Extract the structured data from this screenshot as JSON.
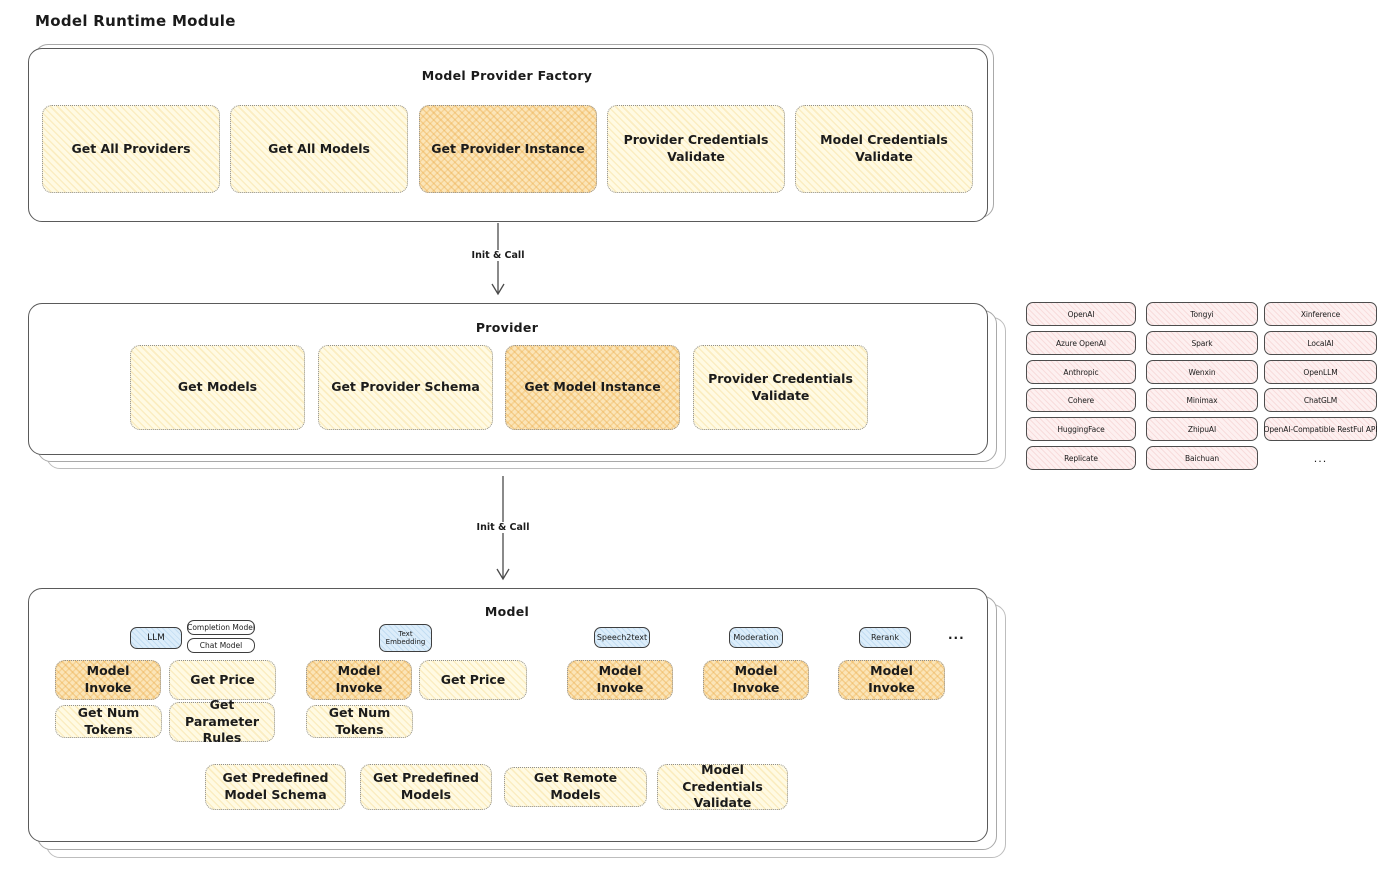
{
  "page_title": "Model Runtime Module",
  "colors": {
    "yellow_fill": "#FFFAE3",
    "orange_highlight_fill": "#FBE5B8",
    "pink_fill": "#FDF0F0",
    "blue_fill": "#DCEDFA",
    "stroke": "#5a5a5a"
  },
  "factory": {
    "title": "Model Provider Factory",
    "items": [
      {
        "label": "Get All Providers",
        "highlight": false
      },
      {
        "label": "Get All Models",
        "highlight": false
      },
      {
        "label": "Get Provider Instance",
        "highlight": true
      },
      {
        "label": "Provider Credentials Validate",
        "highlight": false
      },
      {
        "label": "Model Credentials Validate",
        "highlight": false
      }
    ]
  },
  "arrows": [
    {
      "label": "Init & Call"
    },
    {
      "label": "Init & Call"
    }
  ],
  "provider": {
    "title": "Provider",
    "items": [
      {
        "label": "Get Models",
        "highlight": false
      },
      {
        "label": "Get Provider Schema",
        "highlight": false
      },
      {
        "label": "Get Model Instance",
        "highlight": true
      },
      {
        "label": "Provider Credentials Validate",
        "highlight": false
      }
    ]
  },
  "provider_list": {
    "rows": [
      [
        "OpenAI",
        "Tongyi",
        "Xinference"
      ],
      [
        "Azure OpenAI",
        "Spark",
        "LocalAI"
      ],
      [
        "Anthropic",
        "Wenxin",
        "OpenLLM"
      ],
      [
        "Cohere",
        "Minimax",
        "ChatGLM"
      ],
      [
        "HuggingFace",
        "ZhipuAI",
        "OpenAI-Compatible RestFul API"
      ],
      [
        "Replicate",
        "Baichuan",
        "..."
      ]
    ]
  },
  "model": {
    "title": "Model",
    "tabs": [
      {
        "label": "LLM"
      },
      {
        "label": "Text Embedding"
      },
      {
        "label": "Speech2text"
      },
      {
        "label": "Moderation"
      },
      {
        "label": "Rerank"
      }
    ],
    "llm_sub_tabs": [
      {
        "label": "Completion Model"
      },
      {
        "label": "Chat Model"
      }
    ],
    "tabs_ellipsis": "...",
    "ops_row1": [
      {
        "label": "Model Invoke",
        "highlight": true
      },
      {
        "label": "Get Price",
        "highlight": false
      },
      {
        "label": "Model Invoke",
        "highlight": true
      },
      {
        "label": "Get Price",
        "highlight": false
      },
      {
        "label": "Model Invoke",
        "highlight": true
      },
      {
        "label": "Model Invoke",
        "highlight": true
      },
      {
        "label": "Model Invoke",
        "highlight": true
      }
    ],
    "ops_row2": [
      {
        "label": "Get Num Tokens"
      },
      {
        "label": "Get Parameter Rules"
      },
      {
        "label": "Get Num Tokens"
      }
    ],
    "ops_bottom": [
      {
        "label": "Get Predefined Model Schema"
      },
      {
        "label": "Get Predefined Models"
      },
      {
        "label": "Get Remote Models"
      },
      {
        "label": "Model Credentials Validate"
      }
    ]
  }
}
